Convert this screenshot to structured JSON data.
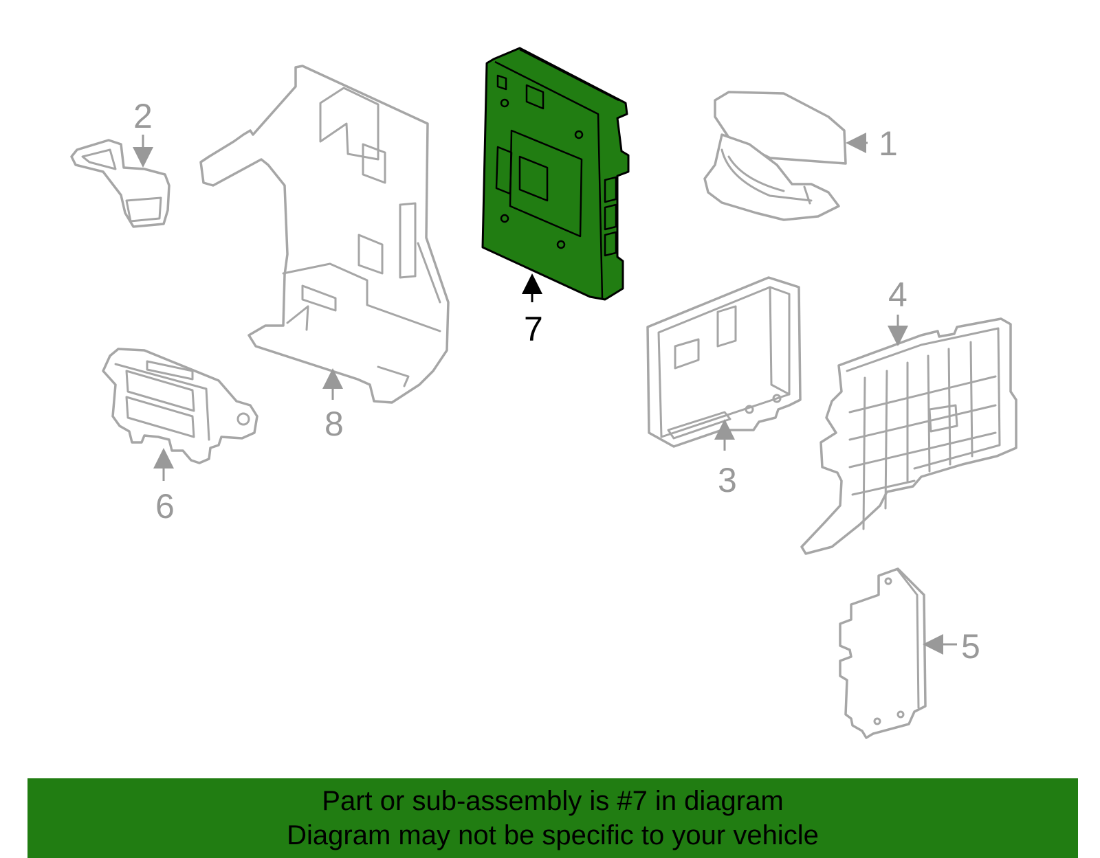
{
  "highlighted_part": "7",
  "colors": {
    "highlight": "#217d12",
    "part_outline": "#a6a6a6",
    "callout": "#999999",
    "banner": "#217d12"
  },
  "callouts": {
    "c1": "1",
    "c2": "2",
    "c3": "3",
    "c4": "4",
    "c5": "5",
    "c6": "6",
    "c7": "7",
    "c8": "8"
  },
  "banner": {
    "line1": "Part or sub-assembly is #7 in diagram",
    "line2": "Diagram may not be specific to your vehicle"
  }
}
